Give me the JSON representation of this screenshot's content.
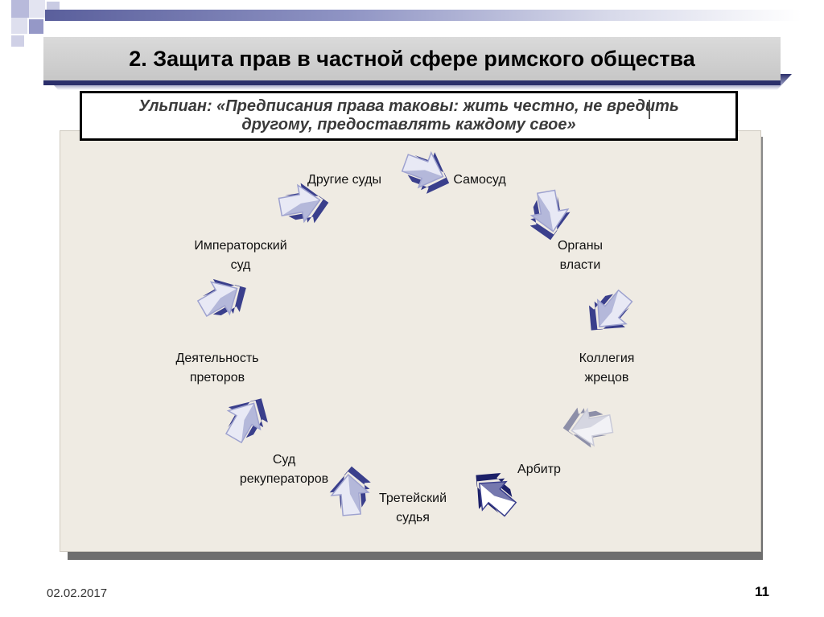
{
  "slide": {
    "title": "2. Защита прав в частной сфере римского общества",
    "quote_line1": "Ульпиан: «Предписания права таковы: жить честно, не вредить",
    "quote_line2": "другому, предоставлять каждому свое»"
  },
  "cycle": {
    "nodes": [
      {
        "id": "drugie-sudy",
        "lines": [
          "Другие суды"
        ]
      },
      {
        "id": "samosud",
        "lines": [
          "Самосуд"
        ]
      },
      {
        "id": "organy-vlasti",
        "lines": [
          "Органы",
          "власти"
        ]
      },
      {
        "id": "kollegiya-zhretsov",
        "lines": [
          "Коллегия",
          "жрецов"
        ]
      },
      {
        "id": "arbitr",
        "lines": [
          "Арбитр"
        ]
      },
      {
        "id": "treteyskiy-sudya",
        "lines": [
          "Третейский",
          "судья"
        ]
      },
      {
        "id": "sud-rekuperatorov",
        "lines": [
          "Суд",
          "рекуператоров"
        ]
      },
      {
        "id": "deyatelnost-pretorov",
        "lines": [
          "Деятельность",
          "преторов"
        ]
      },
      {
        "id": "imperatorskiy-sud",
        "lines": [
          "Императорский",
          "суд"
        ]
      }
    ]
  },
  "footer": {
    "date": "02.02.2017",
    "page": "11"
  },
  "colors": {
    "accent": "#2b2f6b",
    "panel": "#efebe3",
    "arrow_light": "#e8e9f5",
    "arrow_mid": "#9ea2cf",
    "arrow_dark": "#3a3f8c"
  }
}
